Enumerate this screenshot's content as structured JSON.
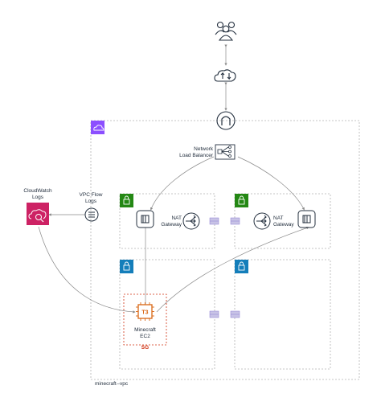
{
  "diagram": {
    "vpc_label": "minecraft--vpc",
    "cloudwatch_label_1": "CloudWatch",
    "cloudwatch_label_2": "Logs",
    "flowlogs_label_1": "VPC Flow",
    "flowlogs_label_2": "Logs",
    "nlb_label_1": "Network",
    "nlb_label_2": "Load Balancer",
    "nat_left_label_1": "NAT",
    "nat_left_label_2": "Gateway",
    "nat_right_label_1": "NAT",
    "nat_right_label_2": "Gateway",
    "ec2_chip_label": "T3",
    "ec2_label_1": "Minecraft",
    "ec2_label_2": "EC2",
    "sg_label": "SG",
    "colors": {
      "public_subnet": "#248814",
      "private_subnet": "#147eba",
      "vpc": "#8c4fff",
      "cloudwatch": "#cd2264",
      "ec2": "#d86613",
      "security_group": "#d13212",
      "line": "#8a8a8a",
      "icon": "#232f3e"
    },
    "icons": [
      "users-icon",
      "internet-gateway-icon",
      "nlb-icon",
      "nat-gateway-icon",
      "eni-icon",
      "flow-logs-icon",
      "cloudwatch-logs-icon",
      "ec2-instance-icon",
      "lock-icon",
      "vpc-cloud-icon"
    ]
  }
}
